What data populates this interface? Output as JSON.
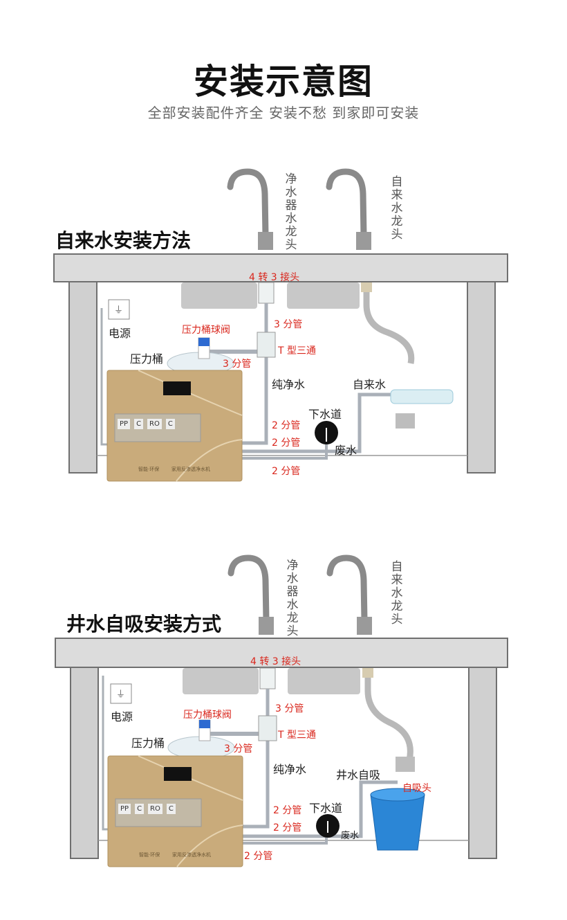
{
  "header": {
    "title": "安装示意图",
    "subtitle": "全部安装配件齐全 安装不愁 到家即可安装"
  },
  "panels": [
    {
      "title": "自来水安装方法",
      "faucet_pure": "净水器水龙头",
      "faucet_tap": "自来水龙头",
      "adapter": "4 转 3 接头",
      "power": "电源",
      "tank": "压力桶",
      "tank_valve": "压力桶球阀",
      "pipe3_top": "3 分管",
      "pipe3_tank": "3 分管",
      "tee": "T 型三通",
      "pure_water": "纯净水",
      "source": "自来水",
      "drain": "下水道",
      "waste": "废水",
      "pipe2_a": "2 分管",
      "pipe2_b": "2 分管",
      "pipe2_c": "2 分管",
      "filters": [
        "PP",
        "C",
        "RO",
        "C"
      ],
      "unit_brand": "智能·环保",
      "unit_caption": "家用反渗透净水机"
    },
    {
      "title": "井水自吸安装方式",
      "faucet_pure": "净水器水龙头",
      "faucet_tap": "自来水龙头",
      "adapter": "4 转 3 接头",
      "power": "电源",
      "tank": "压力桶",
      "tank_valve": "压力桶球阀",
      "pipe3_top": "3 分管",
      "pipe3_tank": "3 分管",
      "tee": "T 型三通",
      "pure_water": "纯净水",
      "source": "井水自吸",
      "suction_head": "自吸头",
      "drain": "下水道",
      "waste": "废水",
      "pipe2_a": "2 分管",
      "pipe2_b": "2 分管",
      "pipe2_c": "2 分管",
      "filters": [
        "PP",
        "C",
        "RO",
        "C"
      ],
      "unit_brand": "智能·环保",
      "unit_caption": "家用反渗透净水机"
    }
  ],
  "colors": {
    "cabinet": "#d9d9d9",
    "cabinet_edge": "#7a7a7a",
    "unit": "#c7a877",
    "pipe": "#a8b0b8",
    "label_red": "#d9261c",
    "bucket": "#2b86d6"
  }
}
